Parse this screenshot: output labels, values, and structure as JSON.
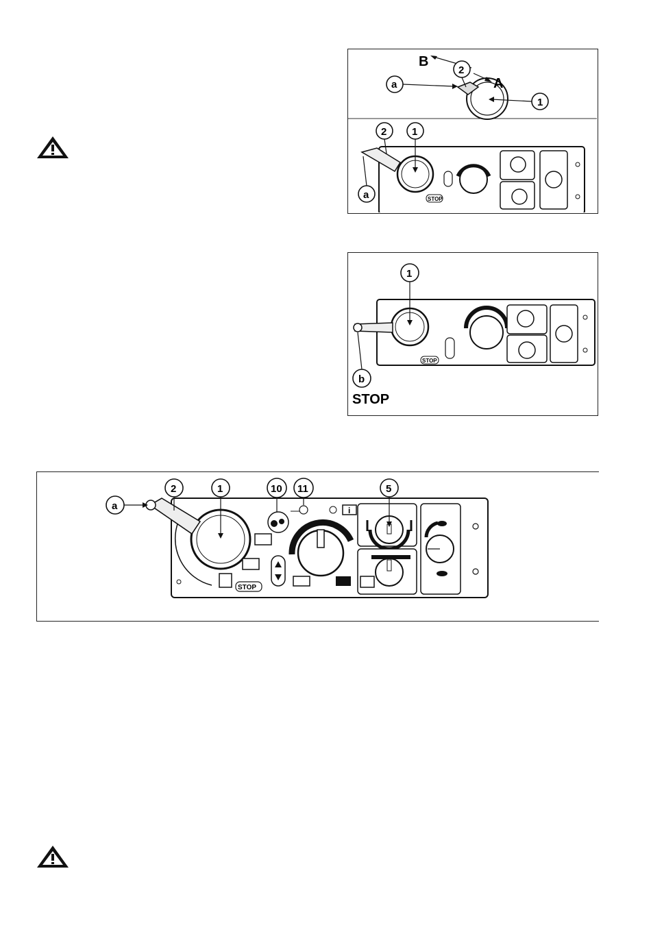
{
  "fig1": {
    "labels": {
      "callout_1": "1",
      "callout_2": "2",
      "callout_a": "a",
      "dir_a": "A",
      "dir_b": "B"
    },
    "panel_labels": {
      "callout_1": "1",
      "callout_2": "2",
      "callout_a": "a",
      "stop": "STOP"
    }
  },
  "fig2": {
    "labels": {
      "callout_1": "1",
      "callout_b": "b",
      "caption": "STOP",
      "stop": "STOP"
    }
  },
  "fig3": {
    "labels": {
      "callout_a": "a",
      "callout_2": "2",
      "callout_1": "1",
      "callout_10": "10",
      "callout_11": "11",
      "callout_5": "5",
      "stop": "STOP"
    }
  },
  "icons": [
    "warning-icon",
    "hare-icon",
    "tortoise-icon",
    "info-book-icon",
    "arrow-up-icon",
    "arrow-down-icon"
  ]
}
